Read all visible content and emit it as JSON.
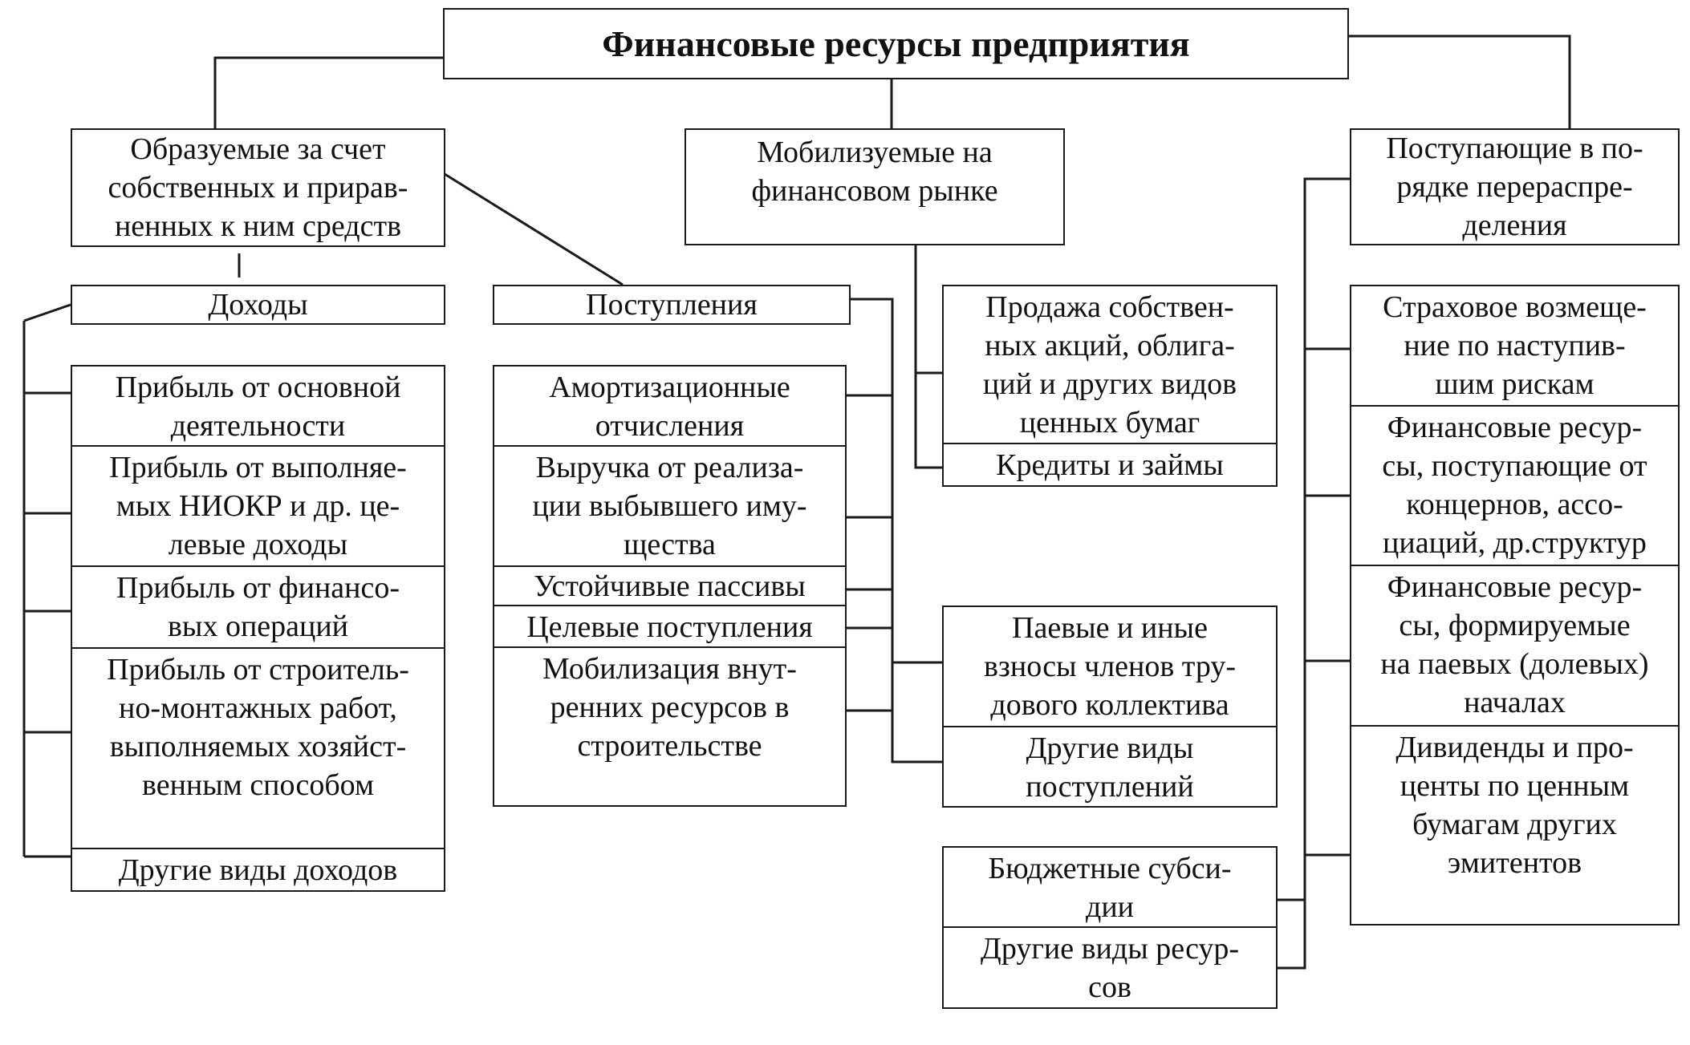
{
  "title": "Финансовые ресурсы предприятия",
  "categories": {
    "own": [
      "Образуемые за счет",
      "собственных и прирав-",
      "ненных к ним средств"
    ],
    "market": [
      "Мобилизуемые на",
      "финансовом рынке"
    ],
    "redistribution": [
      "Поступающие в по-",
      "рядке перераспре-",
      "деления"
    ]
  },
  "income": {
    "header": "Доходы",
    "items": [
      [
        "Прибыль от основной",
        "деятельности"
      ],
      [
        "Прибыль от выполняе-",
        "мых НИОКР и др. це-",
        "левые доходы"
      ],
      [
        "Прибыль от финансо-",
        "вых операций"
      ],
      [
        "Прибыль от строитель-",
        "но-монтажных работ,",
        "выполняемых хозяйст-",
        "венным способом"
      ],
      [
        "Другие виды доходов"
      ]
    ]
  },
  "receipts": {
    "header": "Поступления",
    "items": [
      [
        "Амортизационные",
        "отчисления"
      ],
      [
        "Выручка от реализа-",
        "ции выбывшего иму-",
        "щества"
      ],
      [
        "Устойчивые пассивы"
      ],
      [
        "Целевые поступления"
      ],
      [
        "Мобилизация внут-",
        "ренних ресурсов в",
        "строительстве"
      ]
    ]
  },
  "market_items": [
    [
      "Продажа собствен-",
      "ных акций, облига-",
      "ций и других видов",
      "ценных бумаг"
    ],
    [
      "Кредиты и займы"
    ]
  ],
  "contributions": [
    [
      "Паевые и иные",
      "взносы членов тру-",
      "дового коллектива"
    ],
    [
      "Другие виды",
      "поступлений"
    ]
  ],
  "budget": [
    [
      "Бюджетные субси-",
      "дии"
    ],
    [
      "Другие виды ресур-",
      "сов"
    ]
  ],
  "redistribution_items": [
    [
      "Страховое возмеще-",
      "ние по наступив-",
      "шим рискам"
    ],
    [
      "Финансовые ресур-",
      "сы, поступающие от",
      "концернов, ассо-",
      "циаций, др.структур"
    ],
    [
      "Финансовые ресур-",
      "сы, формируемые",
      "на паевых (долевых)",
      "началах"
    ],
    [
      "Дивиденды и про-",
      "центы по ценным",
      "бумагам других",
      "эмитентов"
    ]
  ]
}
